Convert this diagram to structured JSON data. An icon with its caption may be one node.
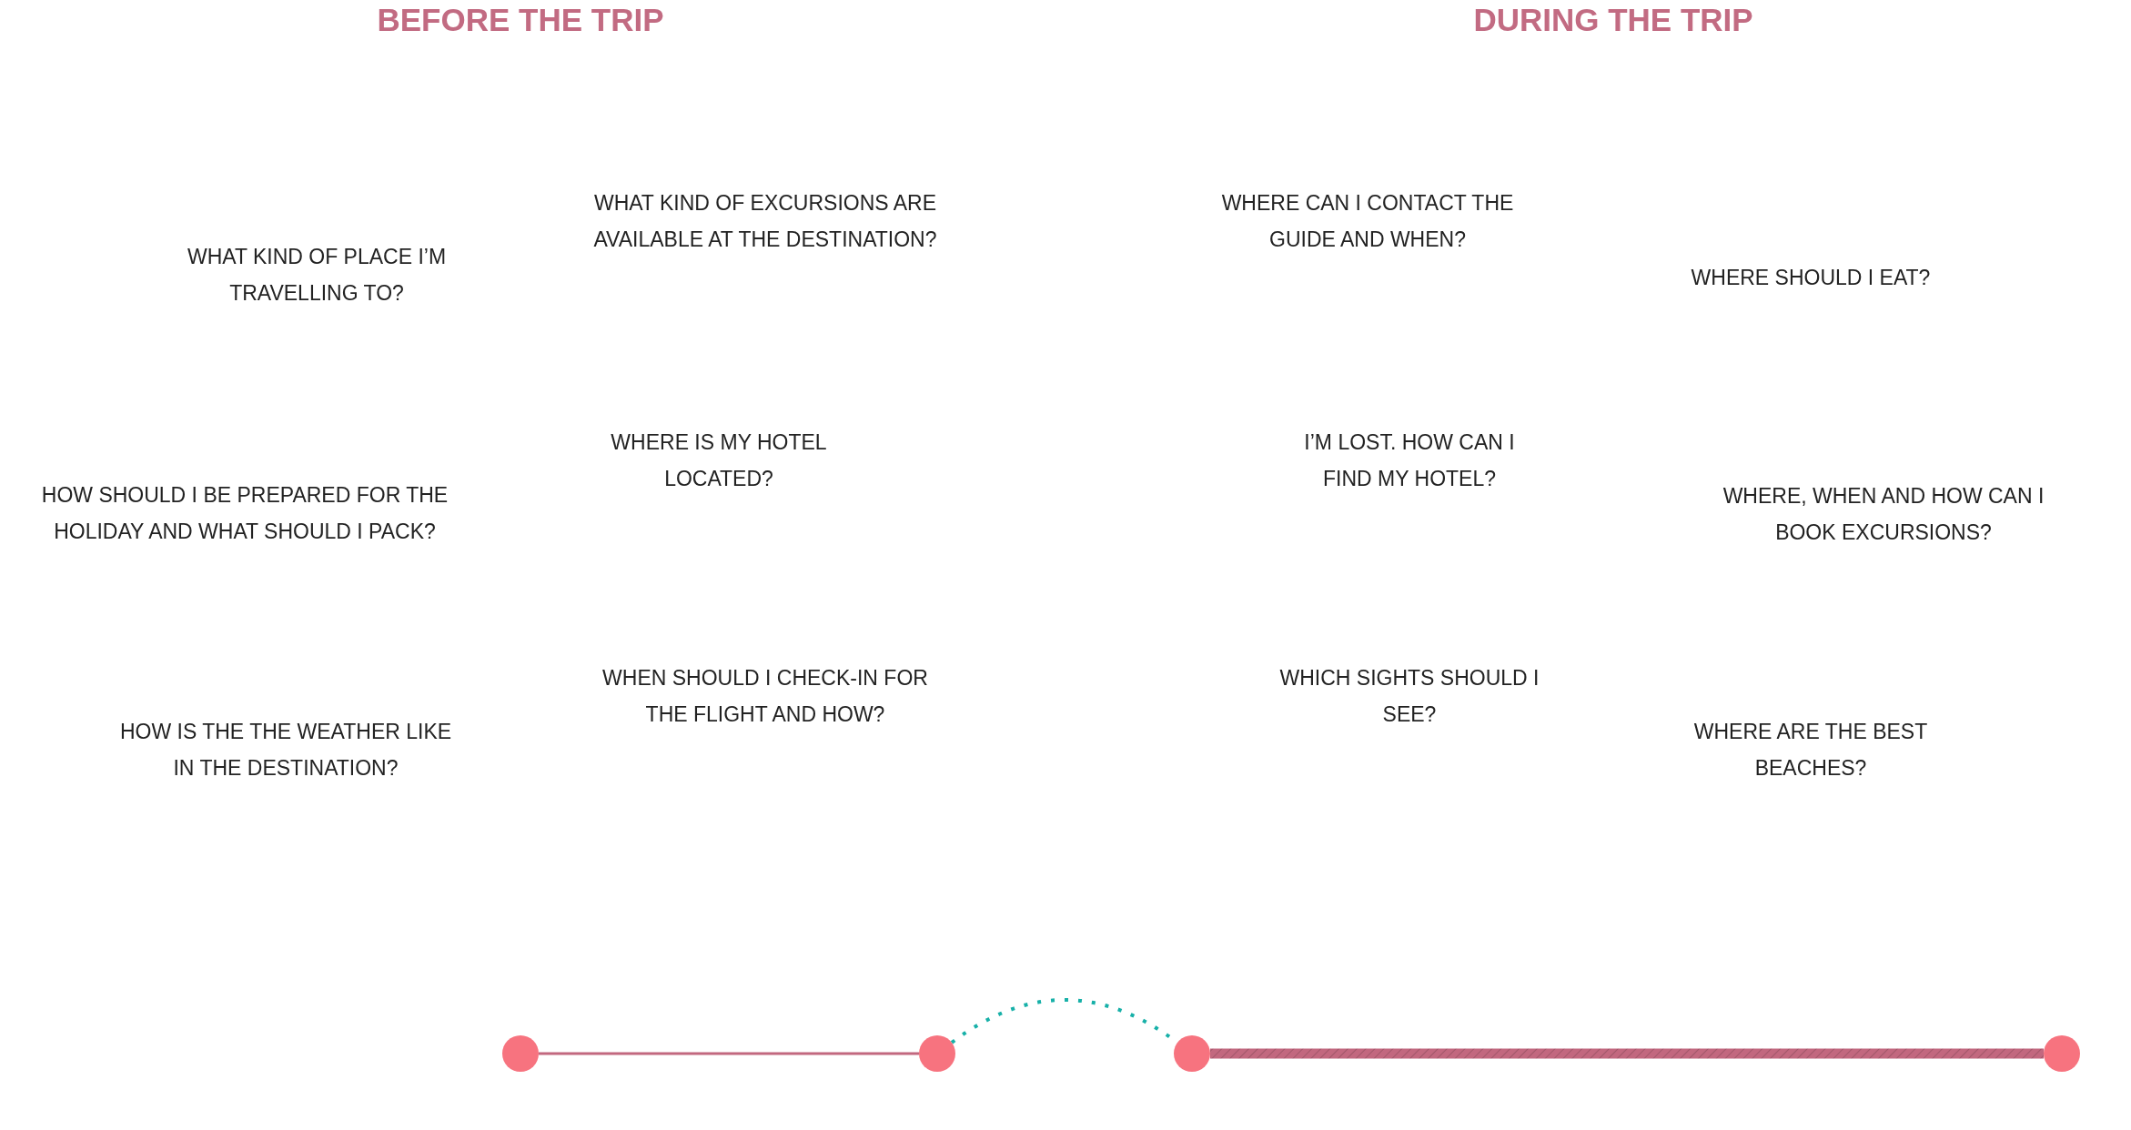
{
  "diagram": {
    "nodes": [
      {
        "text": [],
        "shape": "circle"
      },
      {
        "text": [],
        "shape": "circle"
      },
      {
        "text": [],
        "shape": "circle"
      },
      {
        "text": [],
        "shape": "circle"
      }
    ],
    "edges": [
      {
        "from": 0,
        "to": 1,
        "arrow": "none"
      },
      {
        "from": 1,
        "to": 2,
        "arrow": "none",
        "style": "dashed",
        "color": "#17b0a8"
      },
      {
        "from": 2,
        "to": 3,
        "arrow": "none",
        "style": "thick"
      }
    ],
    "labels": [
      "BEFORE THE TRIP",
      "DURING THE TRIP",
      "WHAT KIND OF PLACE I’M TRAVELLING TO?",
      "HOW SHOULD I BE PREPARED FOR THE HOLIDAY AND WHAT SHOULD I PACK?",
      "HOW IS THE THE WEATHER LIKE IN THE DESTINATION?",
      "WHAT KIND OF EXCURSIONS ARE AVAILABLE AT THE DESTINATION?",
      "WHERE IS MY HOTEL LOCATED?",
      "WHEN SHOULD I CHECK-IN FOR THE FLIGHT AND HOW?",
      "WHERE CAN I CONTACT THE GUIDE AND WHEN?",
      "I’M LOST. HOW CAN I FIND MY HOTEL?",
      "WHICH SIGHTS SHOULD I SEE?",
      "WHERE SHOULD I EAT?",
      "WHERE, WHEN AND HOW CAN I BOOK EXCURSIONS?",
      "WHERE ARE THE BEST BEACHES?"
    ]
  }
}
